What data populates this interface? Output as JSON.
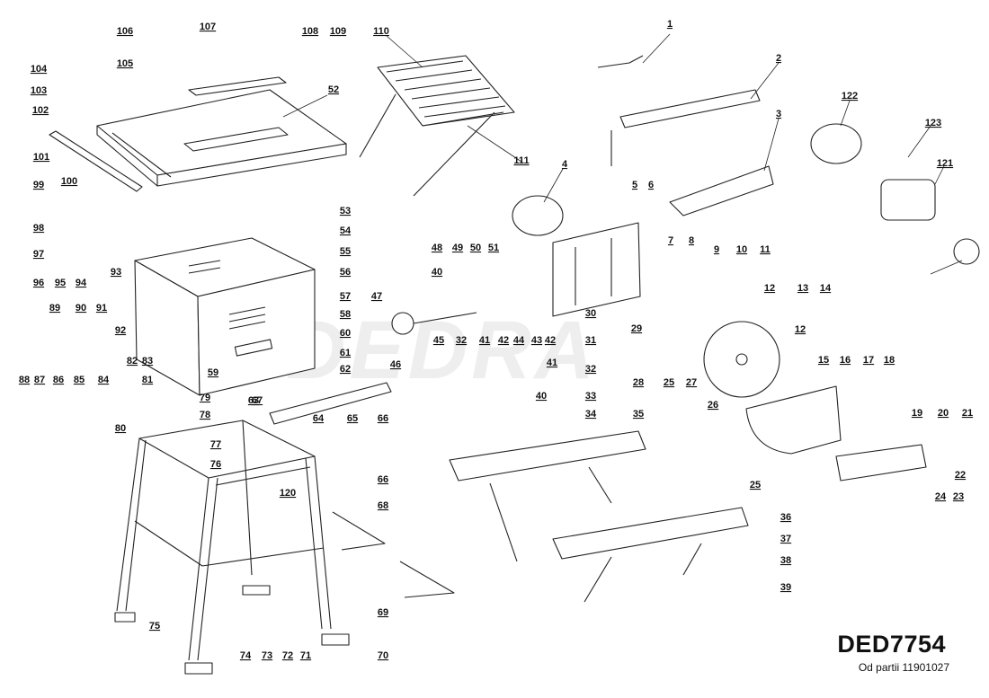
{
  "model": "DED7754",
  "batch": "Od partii 11901027",
  "watermark": "DEDRA",
  "labels": [
    "1",
    "2",
    "3",
    "4",
    "5",
    "6",
    "7",
    "8",
    "9",
    "10",
    "11",
    "12",
    "12",
    "13",
    "14",
    "15",
    "16",
    "17",
    "18",
    "19",
    "20",
    "21",
    "22",
    "23",
    "24",
    "25",
    "25",
    "26",
    "27",
    "28",
    "29",
    "30",
    "31",
    "32",
    "32",
    "33",
    "34",
    "35",
    "36",
    "37",
    "38",
    "39",
    "40",
    "40",
    "41",
    "41",
    "42",
    "42",
    "43",
    "44",
    "45",
    "46",
    "47",
    "48",
    "49",
    "50",
    "51",
    "52",
    "53",
    "54",
    "55",
    "56",
    "57",
    "58",
    "59",
    "60",
    "61",
    "62",
    "63",
    "64",
    "65",
    "66",
    "66",
    "67",
    "68",
    "69",
    "70",
    "71",
    "72",
    "73",
    "74",
    "75",
    "76",
    "77",
    "78",
    "79",
    "80",
    "81",
    "82",
    "83",
    "84",
    "85",
    "86",
    "87",
    "88",
    "89",
    "90",
    "91",
    "92",
    "93",
    "94",
    "95",
    "96",
    "97",
    "98",
    "99",
    "100",
    "101",
    "102",
    "103",
    "104",
    "105",
    "106",
    "107",
    "108",
    "109",
    "110",
    "111",
    "120",
    "121",
    "122",
    "123"
  ]
}
